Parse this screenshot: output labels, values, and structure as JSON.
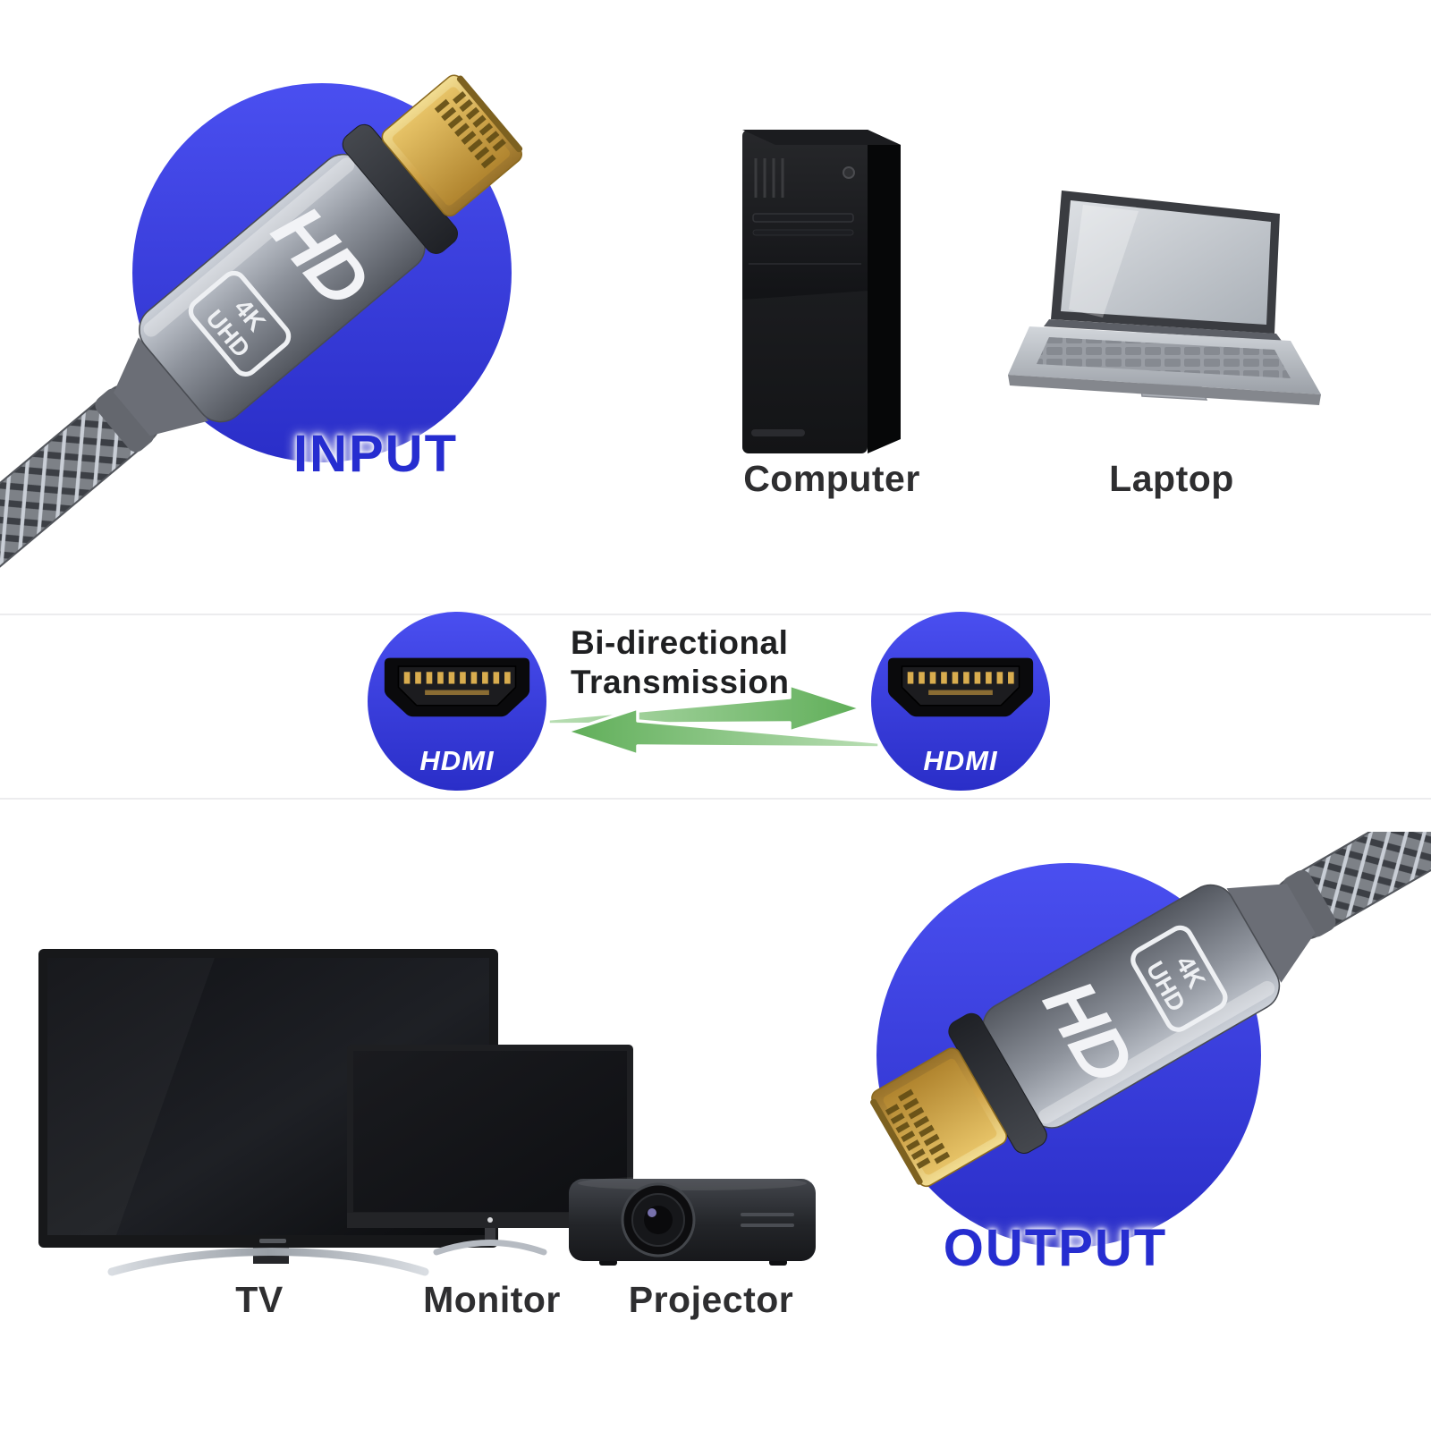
{
  "palette": {
    "blue": "#3a3fe0",
    "blue_dark": "#2a2ec8",
    "accent_text": "#262dd0",
    "label": "#2e2e30",
    "green": "#6fba67",
    "gold": "#d7ab4d"
  },
  "top": {
    "input_label": "INPUT",
    "devices": [
      {
        "label": "Computer"
      },
      {
        "label": "Laptop"
      }
    ]
  },
  "connector": {
    "hd": "HD",
    "badge_top": "4K",
    "badge_bottom": "UHD"
  },
  "middle": {
    "caption_line1": "Bi-directional",
    "caption_line2": "Transmission",
    "left_port": {
      "label": "HDMI"
    },
    "right_port": {
      "label": "HDMI"
    }
  },
  "bottom": {
    "output_label": "OUTPUT",
    "devices": [
      {
        "label": "TV"
      },
      {
        "label": "Monitor"
      },
      {
        "label": "Projector"
      }
    ]
  }
}
